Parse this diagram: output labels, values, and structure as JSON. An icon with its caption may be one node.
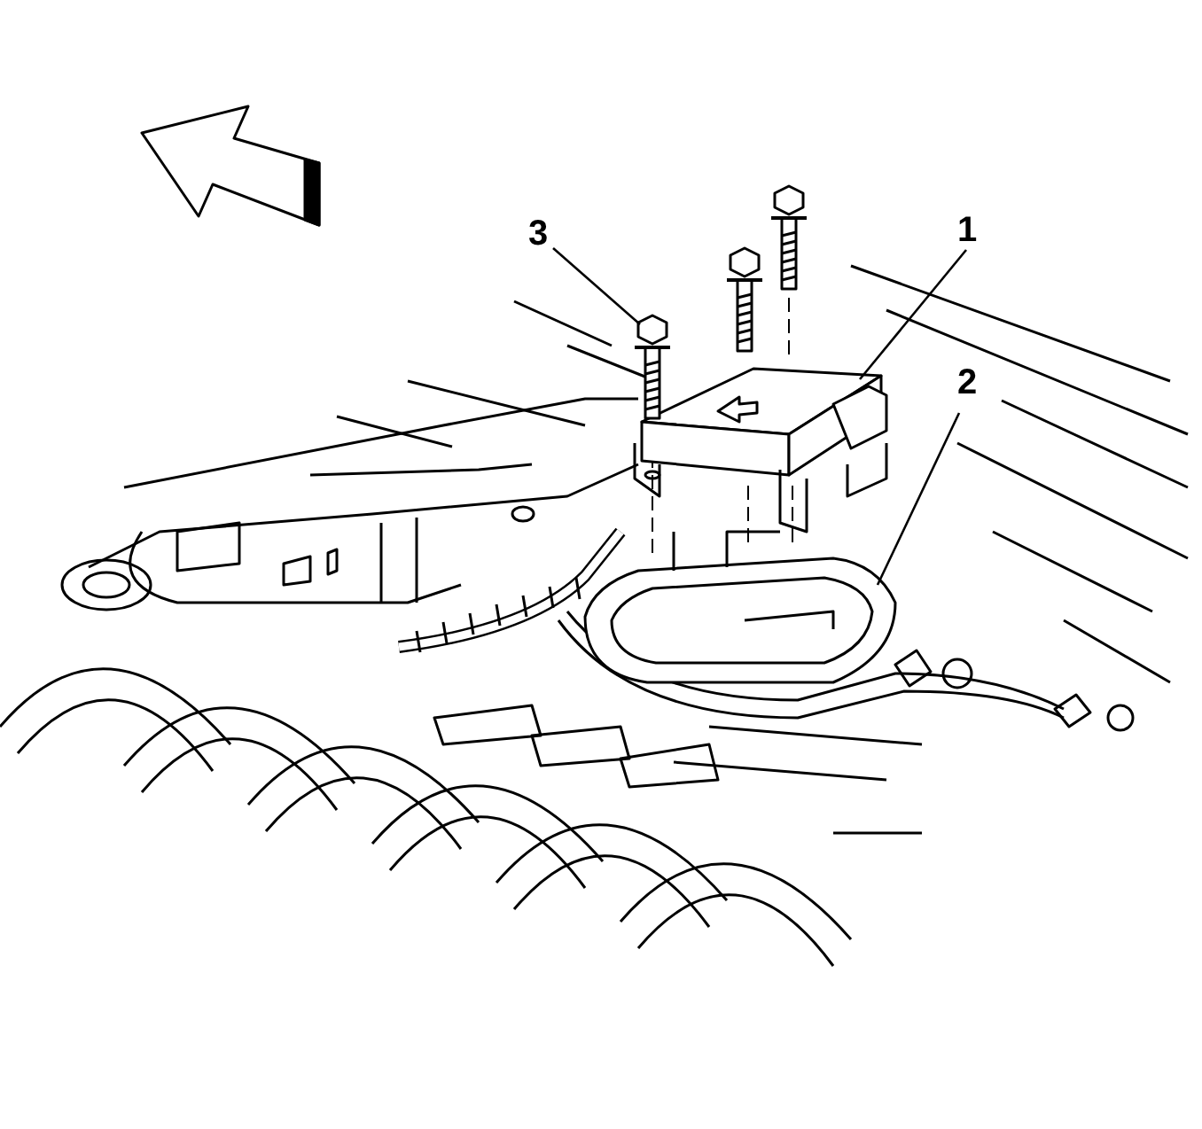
{
  "diagram": {
    "nodes": [
      {
        "text": [
          "1"
        ]
      },
      {
        "text": [
          "2"
        ]
      },
      {
        "text": [
          "3"
        ]
      },
      {
        "text": [],
        "shape": "picture"
      },
      {
        "text": [],
        "shape": "picture"
      },
      {
        "text": [],
        "shape": "picture"
      }
    ],
    "edges": [
      {
        "from": 0,
        "to": 3,
        "arrow": "none"
      },
      {
        "from": 1,
        "to": 4,
        "arrow": "none"
      },
      {
        "from": 2,
        "to": 5,
        "arrow": "none"
      }
    ]
  }
}
